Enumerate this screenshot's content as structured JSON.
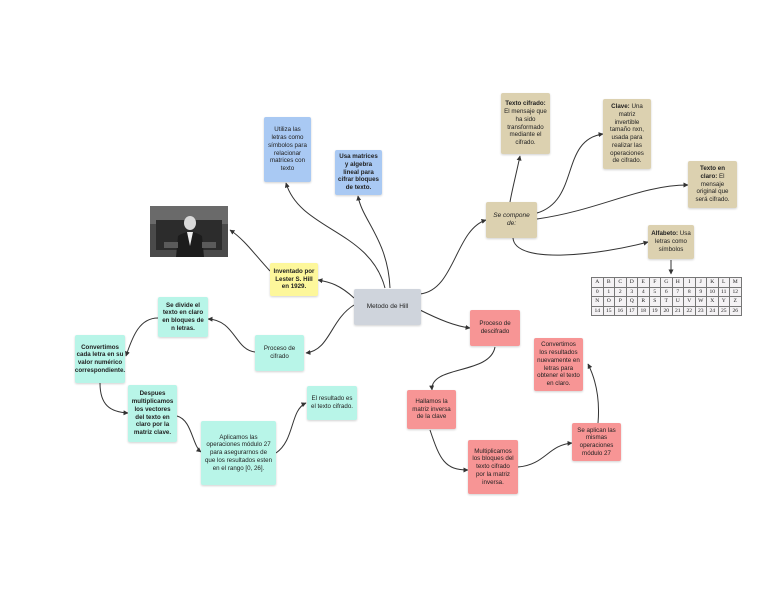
{
  "nodes": {
    "center": "Metodo de Hill",
    "simbolos": "Utiliza las letras como símbolos para relacionar matrices con texto",
    "matrices": "Usa matrices y algebra lineal para cifrar bloques de texto.",
    "inventado": "Inventado por Lester S. Hill en 1929.",
    "se_compone": "Se compone de:",
    "texto_cifrado_b": "Texto cifrado:",
    "texto_cifrado_r": " El mensaje que ha sido transformado mediante el cifrado.",
    "clave_b": "Clave:",
    "clave_r": " Una matriz invertible tamaño nxn, usada para realizar las operaciones de cifrado.",
    "texto_claro_b": "Texto en claro:",
    "texto_claro_r": " El mensaje original que será cifrado.",
    "alfabeto_b": "Alfabeto:",
    "alfabeto_r": " Usa letras como símbolos",
    "proceso_cifrado": "Proceso de cifrado",
    "divide": "Se divide el texto en claro en bloques de n letras.",
    "convertimos": "Convertimos cada letra en su valor numérico correspondiente.",
    "multiplicamos_pre": "Despues multiplicamos los vectores del texto en claro por la ",
    "multiplicamos_b": "matriz clave",
    "multiplicamos_post": ".",
    "modulo": "Aplicamos las operaciones módulo 27 para asegurarnos de que los resultados esten en el rango [0, 26].",
    "resultado": "El resultado es el texto cifrado.",
    "proceso_descifrado": "Proceso de descifrado",
    "hallamos": "Hallamos la matriz inversa de la clave",
    "multiplicamos_bloques": "Multiplicamos los bloques del texto cifrado por la matriz inversa.",
    "se_aplican": "Se aplican las mismas operaciones módulo 27",
    "convertimos_nuevo": "Convertimos los resultados nuevamente en letras para obtener el texto en claro."
  },
  "alphabet_table": {
    "row1_letters": [
      "A",
      "B",
      "C",
      "D",
      "E",
      "F",
      "G",
      "H",
      "I",
      "J",
      "K",
      "L",
      "M"
    ],
    "row1_numbers": [
      "0",
      "1",
      "2",
      "3",
      "4",
      "5",
      "6",
      "7",
      "8",
      "9",
      "10",
      "11",
      "12"
    ],
    "row2_letters": [
      "N",
      "O",
      "P",
      "Q",
      "R",
      "S",
      "T",
      "U",
      "V",
      "W",
      "X",
      "Y",
      "Z"
    ],
    "row2_numbers": [
      "14",
      "15",
      "16",
      "17",
      "18",
      "19",
      "20",
      "21",
      "22",
      "23",
      "24",
      "25",
      "26"
    ]
  },
  "colors": {
    "blue": "#a9c9f3",
    "yellow": "#fdf79b",
    "gray": "#cfd4dc",
    "tan": "#dcd1b0",
    "mint": "#b8f5e8",
    "red": "#f79595",
    "edge": "#333333"
  },
  "photo": {
    "icon": "portrait-photo"
  }
}
